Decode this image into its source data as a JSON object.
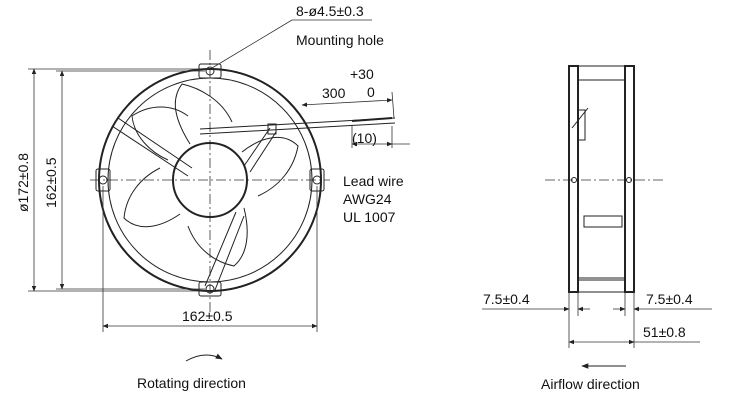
{
  "front_view": {
    "mounting_hole": {
      "spec": "8-ø4.5±0.3",
      "label": "Mounting hole"
    },
    "lead_length": {
      "nominal": "300",
      "tol_plus": "+30",
      "tol_minus": "0"
    },
    "strip_length": "(10)",
    "lead_wire": [
      "Lead wire",
      "AWG24",
      "UL 1007"
    ],
    "outer_diameter": "ø172±0.8",
    "hole_pitch_v": "162±0.5",
    "hole_pitch_h": "162±0.5",
    "caption": "Rotating direction"
  },
  "side_view": {
    "flange_left": "7.5±0.4",
    "flange_right": "7.5±0.4",
    "depth": "51±0.8",
    "caption": "Airflow direction"
  }
}
